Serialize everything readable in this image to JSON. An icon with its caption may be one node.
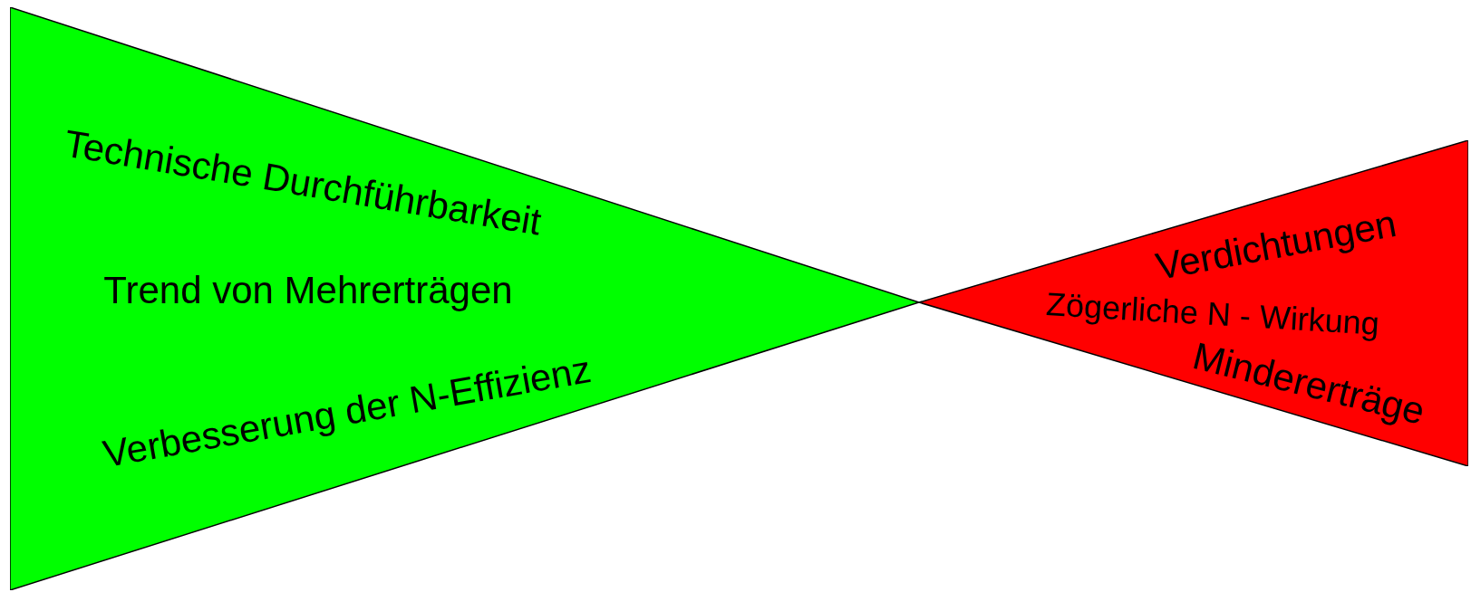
{
  "diagram": {
    "nodes": [
      {
        "text": [
          "Technische Durchführbarkeit",
          "Trend von Mehrerträgen",
          "Verbesserung der N-Effizienz"
        ]
      },
      {
        "text": [
          "Verdichtungen",
          "Zögerliche N - Wirkung",
          "Mindererträge"
        ]
      }
    ]
  }
}
